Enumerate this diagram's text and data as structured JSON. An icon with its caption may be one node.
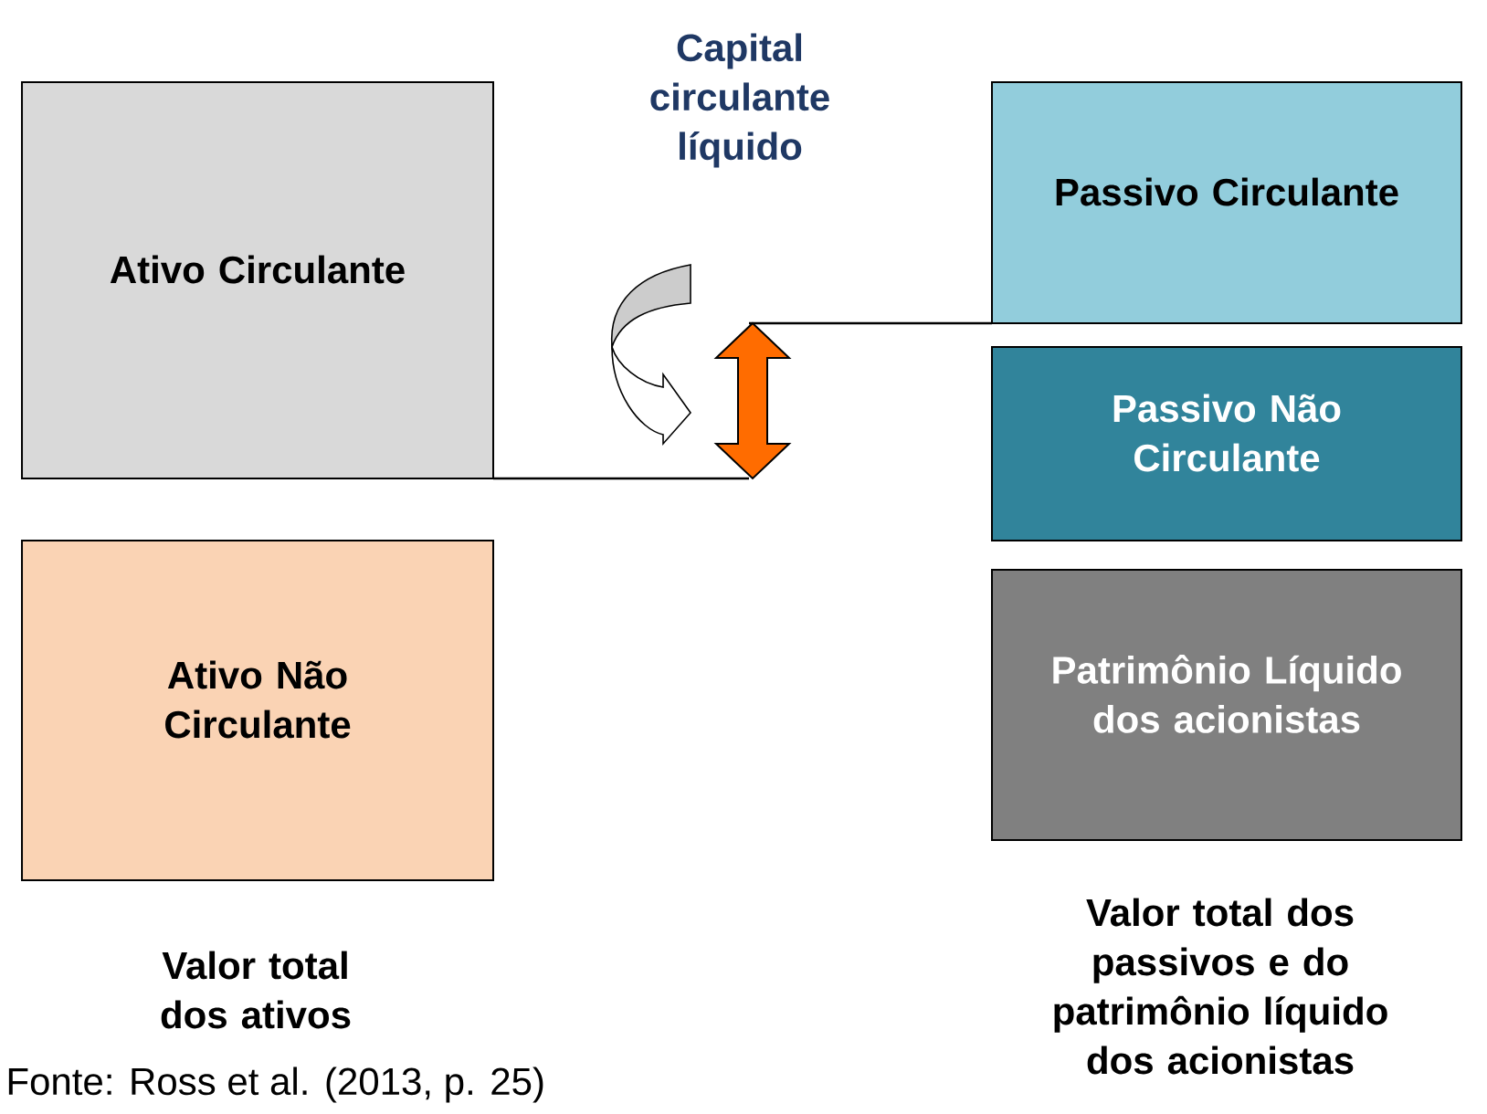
{
  "diagram": {
    "nodes": [
      {
        "text": [
          "Ativo Circulante"
        ]
      },
      {
        "text": [
          "Ativo Não Circulante"
        ]
      },
      {
        "text": [
          "Passivo Circulante"
        ]
      },
      {
        "text": [
          "Passivo Não Circulante"
        ]
      },
      {
        "text": [
          "Patrimônio Líquido dos acionistas"
        ]
      }
    ],
    "labels": [
      "Capital circulante líquido",
      "Valor total dos ativos",
      "Valor total dos passivos e do patrimônio líquido dos acionistas",
      "Fonte: Ross et al. (2013, p. 25)"
    ]
  }
}
